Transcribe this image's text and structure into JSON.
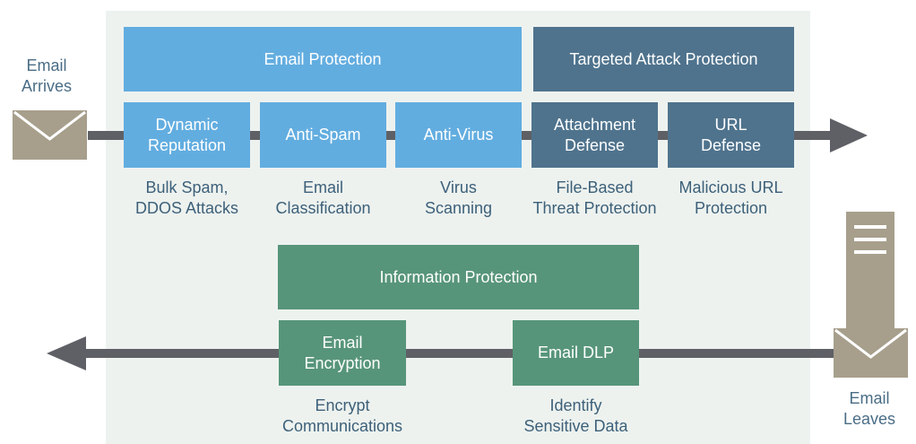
{
  "inbound_label": "Email\nArrives",
  "outbound_label": "Email\nLeaves",
  "top_header": {
    "email_protection": "Email Protection",
    "targeted_attack_protection": "Targeted Attack Protection"
  },
  "modules": [
    {
      "label": "Dynamic\nReputation",
      "caption": "Bulk Spam,\nDDOS Attacks"
    },
    {
      "label": "Anti-Spam",
      "caption": "Email\nClassification"
    },
    {
      "label": "Anti-Virus",
      "caption": "Virus\nScanning"
    },
    {
      "label": "Attachment\nDefense",
      "caption": "File-Based\nThreat Protection"
    },
    {
      "label": "URL\nDefense",
      "caption": "Malicious URL\nProtection"
    }
  ],
  "bottom_header": {
    "information_protection": "Information Protection"
  },
  "outbound_modules": [
    {
      "label": "Email\nEncryption",
      "caption": "Encrypt\nCommunications"
    },
    {
      "label": "Email DLP",
      "caption": "Identify\nSensitive Data"
    }
  ],
  "colors": {
    "email_protection": "#62ade0",
    "targeted_attack_protection": "#4f738d",
    "information_protection": "#57957a",
    "arrow": "#5f6066",
    "icon": "#a79f8c"
  },
  "icons": {
    "envelope": "envelope-icon",
    "server": "server-icon",
    "arrow": "arrow-icon"
  }
}
